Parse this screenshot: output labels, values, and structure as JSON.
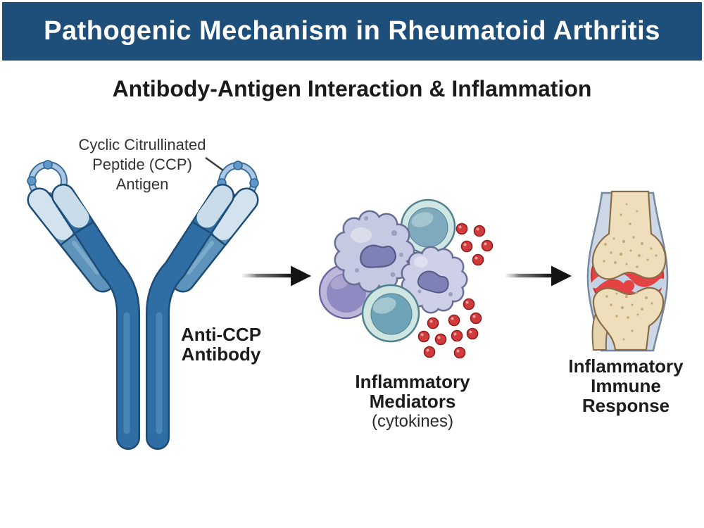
{
  "banner": {
    "title": "Pathogenic Mechanism in Rheumatoid Arthritis"
  },
  "subtitle": "Antibody-Antigen Interaction & Inflammation",
  "labels": {
    "antigen": {
      "lines": [
        "Cyclic Citrullinated",
        "Peptide (CCP)",
        "Antigen"
      ]
    },
    "antibody": {
      "lines": [
        "Anti-CCP",
        "Antibody"
      ]
    },
    "mediators": {
      "lines": [
        "Inflammatory",
        "Mediators"
      ],
      "note": "(cytokines)"
    },
    "response": {
      "lines": [
        "Inflammatory",
        "Immune",
        "Response"
      ]
    }
  },
  "palette": {
    "banner_blue": "#1e4e7a",
    "antibody_dark_blue": "#2f6da5",
    "antibody_medium_blue": "#5e94bb",
    "antibody_light_blue": "#d3e2ef",
    "antigen_ring_blue": "#4d7fb2",
    "cell_lavender": "#c6c9e2",
    "nucleus_purple": "#7d81b6",
    "lymphocyte_teal": "#7fa9bd",
    "monocyte_purple": "#908ac2",
    "cytokine_red": "#d23b3b",
    "bone_beige": "#eedebb",
    "inflammation_red": "#e34343",
    "capsule_blue_gray": "#cdd8e6",
    "arrow_black": "#141414"
  }
}
